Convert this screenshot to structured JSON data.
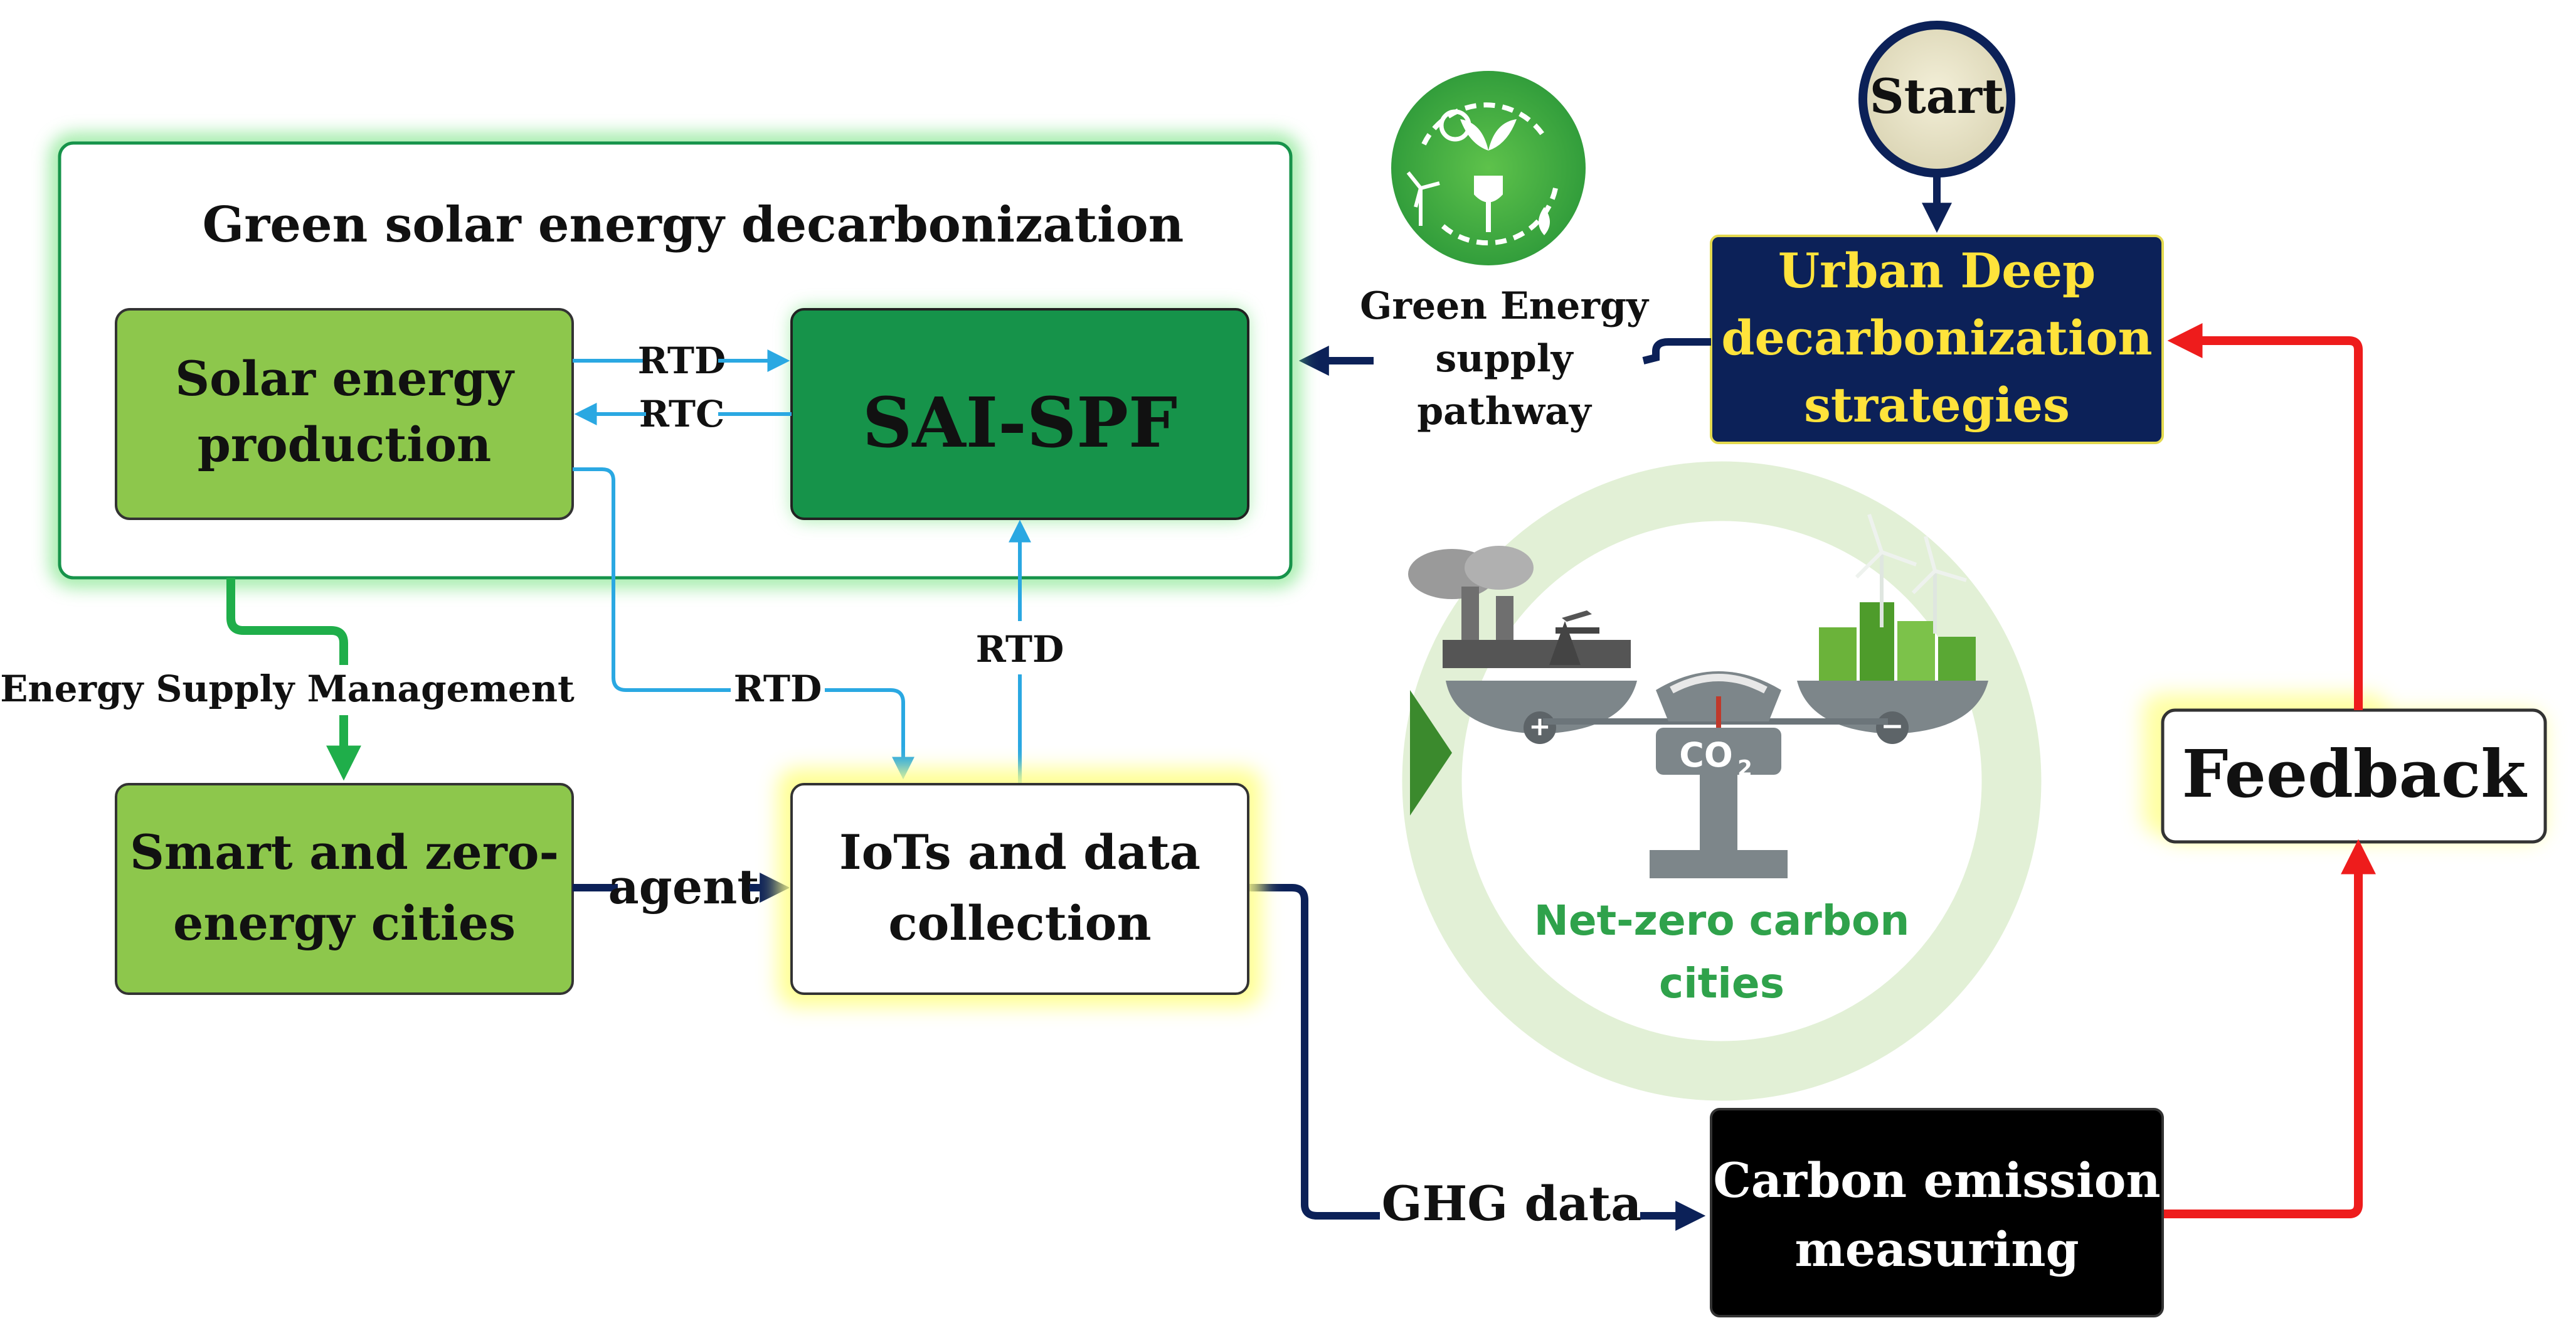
{
  "start_label": "Start",
  "urban_box": {
    "line1": "Urban Deep",
    "line2": "decarbonization",
    "line3": "strategies"
  },
  "feedback_label": "Feedback",
  "carbon_box": {
    "line1": "Carbon emission",
    "line2": "measuring"
  },
  "ghg_label": "GHG data",
  "green_supply": {
    "line1": "Green Energy",
    "line2": "supply",
    "line3": "pathway"
  },
  "frame_title": "Green solar energy decarbonization",
  "solar_box": {
    "line1": "Solar energy",
    "line2": "production"
  },
  "sai_label": "SAI-SPF",
  "rtd_label": "RTD",
  "rtc_label": "RTC",
  "esm_label": "Energy Supply Management",
  "smart_box": {
    "line1": "Smart and zero-",
    "line2": "energy cities"
  },
  "agent_label": "agent",
  "iot_box": {
    "line1": "IoTs and data",
    "line2": "collection"
  },
  "netzero": {
    "line1": "Net-zero carbon",
    "line2": "cities",
    "co2_text": "CO",
    "co2_sub": "2",
    "plus": "+",
    "minus": "−"
  },
  "icons": [
    "green-energy-cycle-icon",
    "industry-plus-pan-icon",
    "green-city-minus-pan-icon",
    "scale-gauge-icon",
    "start-circle"
  ],
  "colors": {
    "navy": "#0c2158",
    "yellow_text": "#ffe33b",
    "green_light": "#8dc74c",
    "green_dark": "#16934a",
    "glow_green": "#6fe27a",
    "glow_yellow": "#ffff88",
    "cyan_arrow": "#2aa8e2",
    "red_arrow": "#ee1c1c",
    "netzero_text": "#2fa24b"
  }
}
